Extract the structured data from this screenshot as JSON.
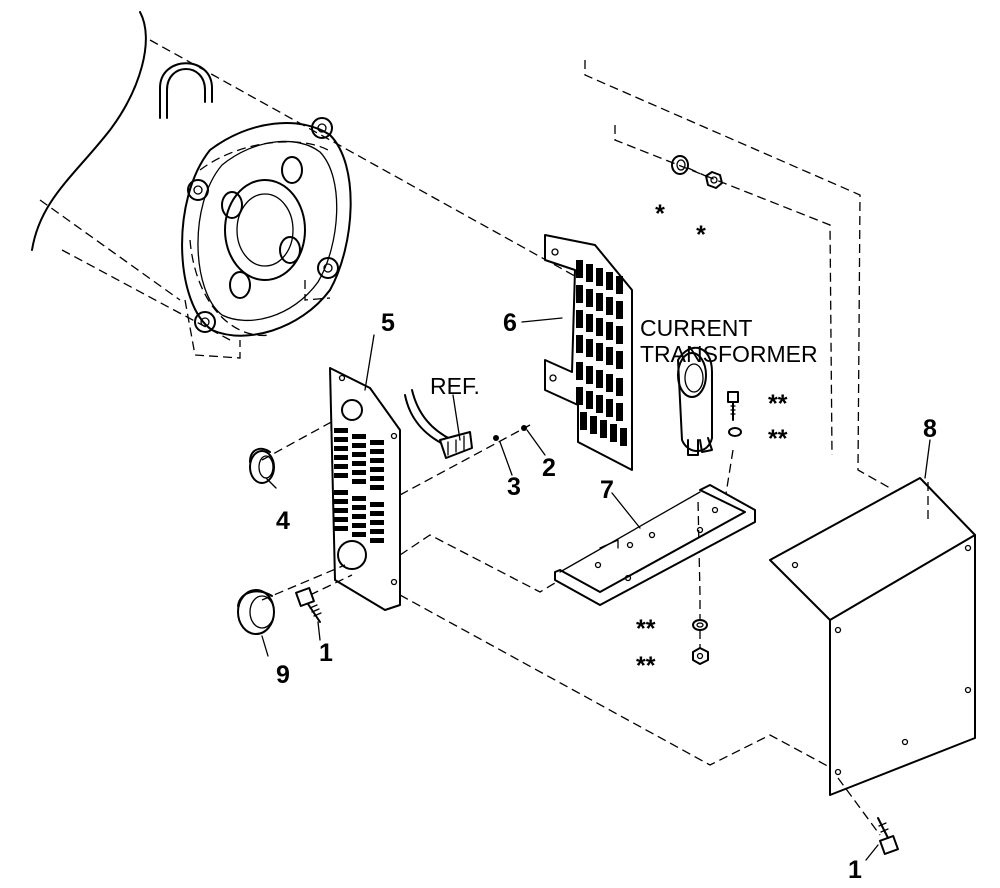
{
  "labels": {
    "item1_left": "1",
    "item1_bottom": "1",
    "item2": "2",
    "item3": "3",
    "item4": "4",
    "item5": "5",
    "item6": "6",
    "item7": "7",
    "item8": "8",
    "item9": "9",
    "ref": "REF.",
    "current_line1": "CURRENT",
    "current_line2": "TRANSFORMER",
    "star_a": "*",
    "star_b": "*",
    "dstar_bolt": "**",
    "dstar_washer": "**",
    "dstar_lockwasher": "**",
    "dstar_nut": "**"
  }
}
